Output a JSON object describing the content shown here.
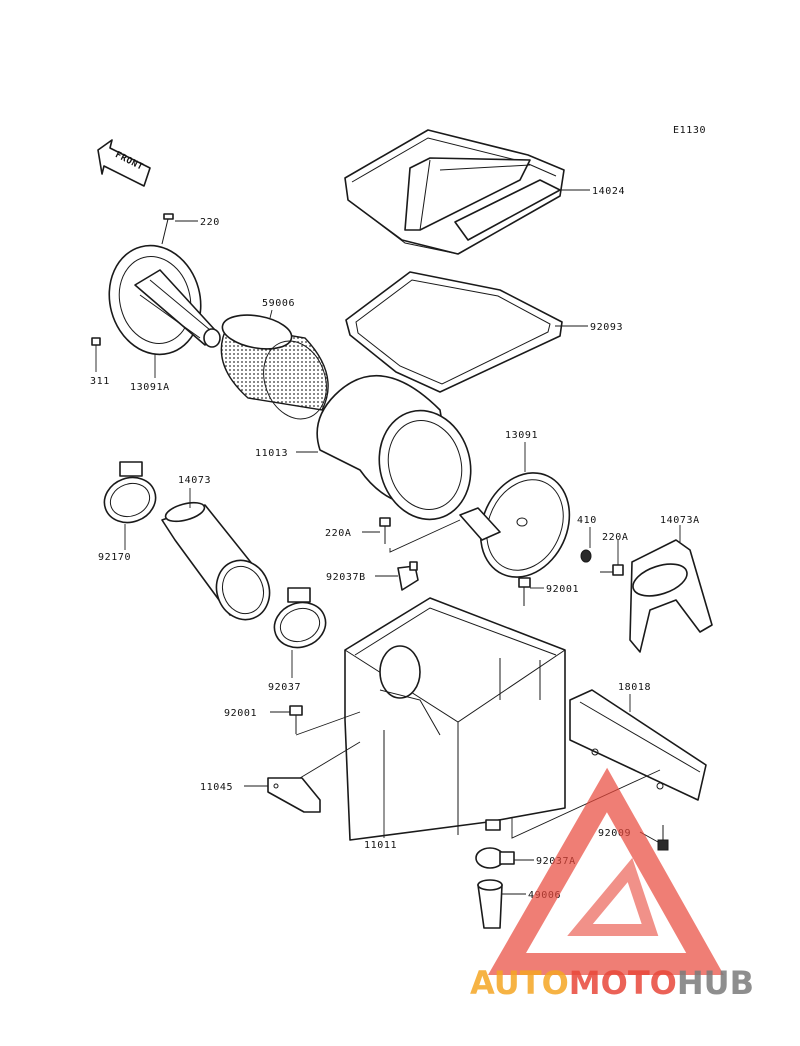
{
  "diagram_code": "E1130",
  "front_label": "FRONT",
  "parts": {
    "p14024": "14024",
    "p220": "220",
    "p59006": "59006",
    "p92093": "92093",
    "p311": "311",
    "p13091A": "13091A",
    "p11013": "11013",
    "p13091": "13091",
    "p14073": "14073",
    "p92170": "92170",
    "p220A_1": "220A",
    "p410": "410",
    "p220A_2": "220A",
    "p14073A": "14073A",
    "p92037B": "92037B",
    "p92001_1": "92001",
    "p92037": "92037",
    "p18018": "18018",
    "p92001_2": "92001",
    "p11045": "11045",
    "p92009": "92009",
    "p11011": "11011",
    "p92037A": "92037A",
    "p49006": "49006"
  },
  "watermark": {
    "part1": "AUTO",
    "part2": "MOTO",
    "part3": "HUB",
    "color_orange": "#f5a623",
    "color_red": "#e8473a",
    "color_gray": "#7a7a7a"
  }
}
